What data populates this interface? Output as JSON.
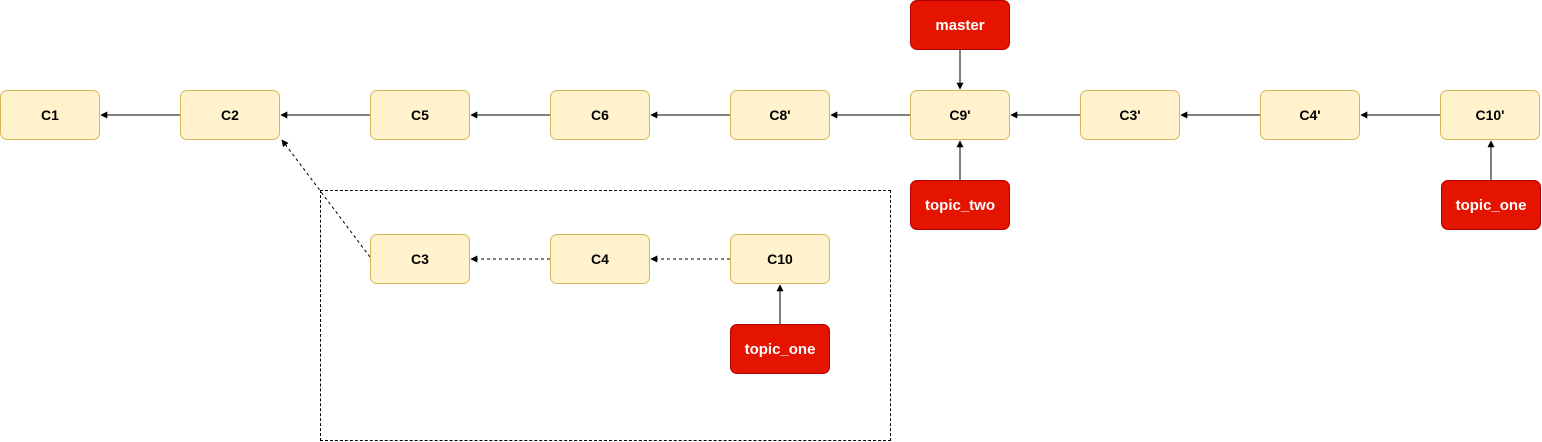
{
  "colors": {
    "commit_fill": "#fff2cc",
    "commit_stroke": "#d6b656",
    "ref_fill": "#e51400",
    "ref_stroke": "#b20000",
    "ref_text": "#ffffff"
  },
  "main_line": {
    "commits": [
      "C1",
      "C2",
      "C5",
      "C6",
      "C8'",
      "C9'",
      "C3'",
      "C4'",
      "C10'"
    ]
  },
  "old_branch": {
    "commits": [
      "C3",
      "C4",
      "C10"
    ]
  },
  "refs": {
    "master": "master",
    "topic_two": "topic_two",
    "topic_one_new": "topic_one",
    "topic_one_old": "topic_one"
  }
}
